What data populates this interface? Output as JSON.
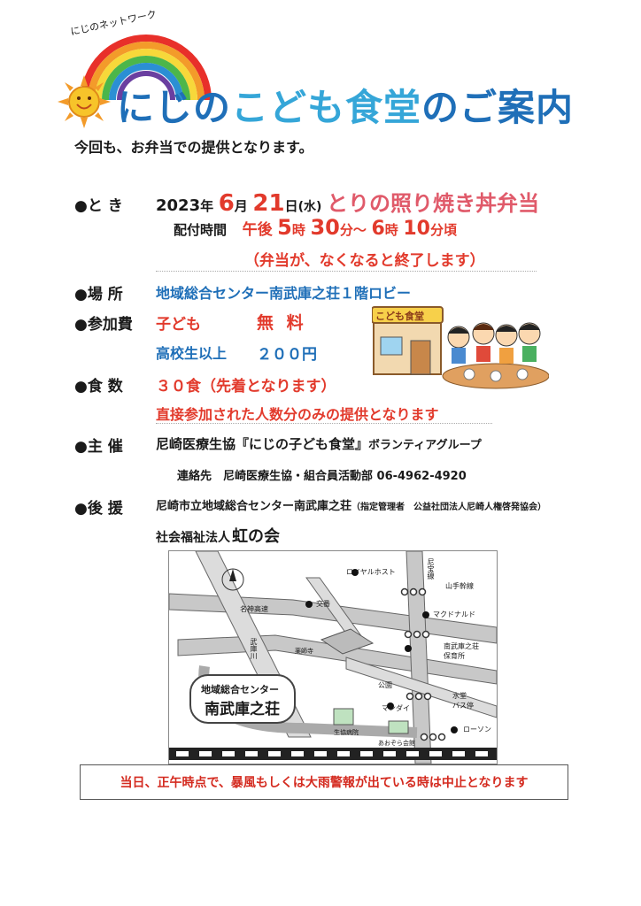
{
  "logo": {
    "network_text": "にじのネットワーク"
  },
  "title": {
    "part1": "にじの",
    "part2": "こども",
    "part3": "食堂",
    "part4": "のご案内"
  },
  "intro": "今回も、お弁当での提供となります。",
  "when": {
    "label": "●と き",
    "year": "2023",
    "year_suffix": "年",
    "month": "6",
    "month_suffix": "月",
    "day": "21",
    "day_suffix": "日",
    "weekday": "(水)",
    "menu": "とりの照り焼き丼弁当",
    "dist_label": "配付時間",
    "dist_pre": "午後",
    "h1": "5",
    "h_suffix": "時",
    "m1": "30",
    "m_suffix": "分〜",
    "h2": "6",
    "h2_suffix": "時",
    "m2": "10",
    "m2_suffix": "分頃",
    "note": "（弁当が、なくなると終了します）"
  },
  "place": {
    "label": "●場 所",
    "value": "地域総合センター南武庫之荘１階ロビー"
  },
  "fee": {
    "label": "●参加費",
    "child": "子ども",
    "child_fee": "無 料",
    "hs": "高校生以上",
    "hs_fee": "２００円"
  },
  "meals": {
    "label": "●食 数",
    "value": "３０食（先着となります）",
    "note": "直接参加された人数分のみの提供となります"
  },
  "host": {
    "label": "●主 催",
    "value_a": "尼崎医療生協『にじの子ども食堂』",
    "value_b": "ボランティアグループ",
    "contact": "連絡先　尼崎医療生協・組合員活動部 06-4962-4920"
  },
  "support": {
    "label": "●後 援",
    "value_a": "尼崎市立地域総合センター南武庫之荘",
    "value_b": "（指定管理者　公益社団法人尼崎人権啓発協会）",
    "value2_a": "社会福祉法人",
    "value2_b": "虹の会"
  },
  "illustration": {
    "sign": "こども食堂"
  },
  "map": {
    "center_title": "地域総合センター",
    "center_name": "南武庫之荘",
    "royal": "ロイヤルホスト",
    "amagasaki_line": "尼宝線",
    "yamate": "山手幹線",
    "koban": "交番",
    "meishin": "名神高速",
    "mcd": "マクドナルド",
    "school": "南武庫之荘\n保育所",
    "temple": "薬師寺",
    "river": "武庫川",
    "park": "公園",
    "mandai": "マンダイ",
    "bus": "水堂\nバス停",
    "lawson": "ローソン",
    "hospital": "生協病院",
    "aozora": "あおぞら会館"
  },
  "notice": "当日、正午時点で、暴風もしくは大雨警報が出ている時は中止となります",
  "colors": {
    "title_blue": "#1f6fb8",
    "title_cyan": "#35a6d8",
    "accent_red": "#e23a2c",
    "menu_pink": "#e05a6a"
  }
}
